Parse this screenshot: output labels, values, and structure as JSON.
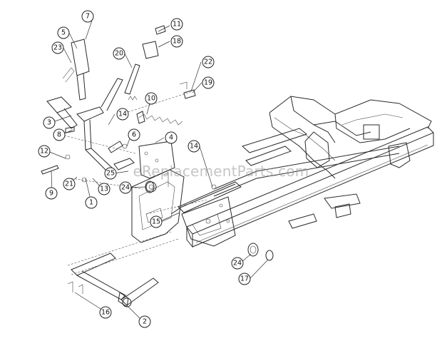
{
  "watermark": "eReplacementParts.com",
  "callouts": [
    {
      "label": "7"
    },
    {
      "label": "5"
    },
    {
      "label": "23"
    },
    {
      "label": "11"
    },
    {
      "label": "18"
    },
    {
      "label": "20"
    },
    {
      "label": "22"
    },
    {
      "label": "19"
    },
    {
      "label": "10"
    },
    {
      "label": "14"
    },
    {
      "label": "3"
    },
    {
      "label": "8"
    },
    {
      "label": "6"
    },
    {
      "label": "4"
    },
    {
      "label": "12"
    },
    {
      "label": "14"
    },
    {
      "label": "25"
    },
    {
      "label": "9"
    },
    {
      "label": "21"
    },
    {
      "label": "13"
    },
    {
      "label": "24"
    },
    {
      "label": "1"
    },
    {
      "label": "15"
    },
    {
      "label": "24"
    },
    {
      "label": "17"
    },
    {
      "label": "16"
    },
    {
      "label": "2"
    }
  ]
}
